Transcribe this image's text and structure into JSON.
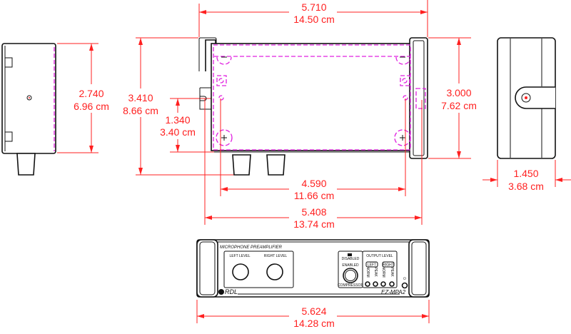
{
  "dimensions": {
    "overall_width": {
      "in": "5.710",
      "cm": "14.50 cm"
    },
    "overall_depth": {
      "in": "3.410",
      "cm": "8.66 cm"
    },
    "jack_height": {
      "in": "1.340",
      "cm": "3.40 cm"
    },
    "body_depth": {
      "in": "2.740",
      "cm": "6.96 cm"
    },
    "end_cap_depth": {
      "in": "3.000",
      "cm": "7.62 cm"
    },
    "mount_hole_spacing": {
      "in": "4.590",
      "cm": "11.66 cm"
    },
    "mount_width": {
      "in": "5.408",
      "cm": "13.74 cm"
    },
    "end_cap_width": {
      "in": "1.450",
      "cm": "3.68 cm"
    },
    "front_width": {
      "in": "5.624",
      "cm": "14.28 cm"
    }
  },
  "front_panel": {
    "title": "MICROPHONE PREAMPLIFIER",
    "left_level": "LEFT LEVEL",
    "right_level": "RIGHT LEVEL",
    "disabled": "DISABLED",
    "enabled": "ENABLED",
    "compressor": "COMPRESSOR",
    "output_level": "OUTPUT LEVEL",
    "left": "LEFT",
    "right": "RIGHT",
    "norm": "NORM",
    "peak": "PEAK",
    "brand": "RDL",
    "model": "EZ-MPA2"
  },
  "colors": {
    "dimension": "#ff2020",
    "hidden_line": "#e020e0",
    "outline": "#111111"
  }
}
